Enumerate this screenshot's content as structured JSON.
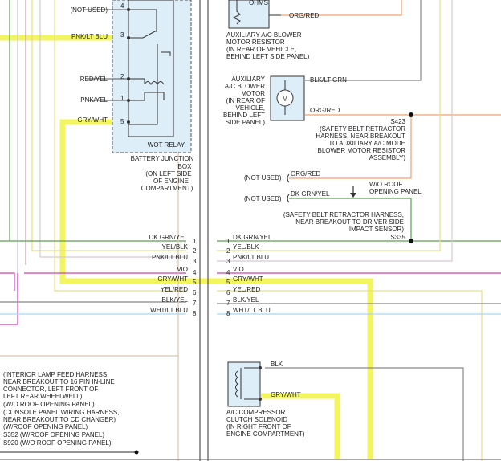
{
  "relay_box": {
    "pins": [
      {
        "num": "4",
        "wire": "(NOT USED)"
      },
      {
        "num": "3",
        "wire": "PNK/LT BLU"
      },
      {
        "num": "2",
        "wire": "RED/YEL"
      },
      {
        "num": "1",
        "wire": "PNK/YEL"
      },
      {
        "num": "5",
        "wire": "GRY/WHT"
      }
    ],
    "relay_label": "WOT RELAY",
    "location": [
      "BATTERY JUNCTION",
      "BOX",
      "(ON LEFT SIDE",
      "OF ENGINE",
      "COMPARTMENT)"
    ]
  },
  "resistor": {
    "unit": "OHMS",
    "wire_out": "ORG/RED",
    "label": [
      "AUXILIARY A/C BLOWER",
      "MOTOR RESISTOR",
      "(IN REAR OF VEHICLE,",
      "BEHIND LEFT SIDE PANEL)"
    ]
  },
  "motor": {
    "symbol": "M",
    "wire_top": "BLK/LT GRN",
    "wire_bottom": "ORG/RED",
    "label": [
      "AUXILIARY",
      "A/C BLOWER",
      "MOTOR",
      "(IN REAR OF",
      "VEHICLE,",
      "BEHIND LEFT",
      "SIDE PANEL)"
    ]
  },
  "splice_s423": {
    "id": "S423",
    "desc": [
      "(SAFETY BELT RETRACTOR",
      "HARNESS, NEAR BREAKOUT",
      "TO AUXILIARY A/C MODE",
      "BLOWER MOTOR RESISTOR",
      "ASSEMBLY)"
    ]
  },
  "not_used_1": {
    "text": "(NOT USED)",
    "wire": "ORG/RED"
  },
  "not_used_2": {
    "text": "(NOT USED)",
    "wire": "DK GRN/YEL"
  },
  "roof_note": [
    "W/O ROOF",
    "OPENING PANEL"
  ],
  "splice_s335": {
    "id": "S335",
    "desc": [
      "(SAFETY BELT RETRACTOR HARNESS,",
      "NEAR BREAKOUT TO DRIVER SIDE",
      "IMPACT SENSOR)"
    ]
  },
  "connector": {
    "left_wires": [
      "DK GRN/YEL",
      "YEL/BLK",
      "PNK/LT BLU",
      "VIO",
      "GRY/WHT",
      "YEL/RED",
      "BLK/YEL",
      "WHT/LT BLU"
    ],
    "pins": [
      "1",
      "2",
      "3",
      "4",
      "5",
      "6",
      "7",
      "8"
    ],
    "right_wires": [
      "DK GRN/YEL",
      "YEL/BLK",
      "PNK/LT BLU",
      "VIO",
      "GRY/WHT",
      "YEL/RED",
      "BLK/YEL",
      "WHT/LT BLU"
    ]
  },
  "harness_note": [
    "(INTERIOR LAMP FEED HARNESS,",
    "NEAR BREAKOUT TO 16 PIN IN-LINE",
    "CONNECTOR, LEFT FRONT OF",
    "LEFT REAR WHEELWELL)",
    "(W/O ROOF OPENING PANEL)",
    "(CONSOLE PANEL WIRING HARNESS,",
    "NEAR BREAKOUT TO CD CHANGER)",
    "(W/ROOF OPENING PANEL)",
    "S352 (W/ROOF OPENING PANEL)",
    "S920 (W/O ROOF OPENING PANEL)"
  ],
  "solenoid": {
    "wire_top": "BLK",
    "wire_bottom": "GRY/WHT",
    "label": [
      "A/C COMPRESSOR",
      "CLUTCH SOLENOID",
      "(IN RIGHT FRONT OF",
      "ENGINE COMPARTMENT)"
    ]
  },
  "colors": {
    "highlight": "#f3f560",
    "relay_fill": "#ddeef9",
    "orange": "#f0a070",
    "green": "#5aa050",
    "pink": "#d8c8d4",
    "violet": "#d040c0",
    "yellow_wire": "#e8e080",
    "lt_blue": "#a8d8f0",
    "tan": "#d8c8b0"
  }
}
